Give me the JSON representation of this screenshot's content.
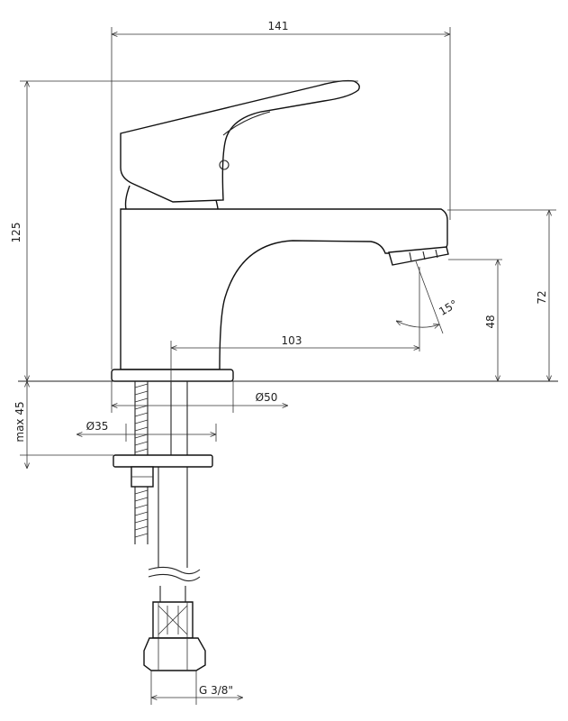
{
  "drawing": {
    "dimensions": {
      "width_total": "141",
      "height_total": "125",
      "spout_height": "72",
      "aerator_height": "48",
      "spout_reach": "103",
      "angle": "15°",
      "base_diameter": "Ø50",
      "hole_diameter": "Ø35",
      "max_thickness": "max 45",
      "thread": "G 3/8\""
    }
  }
}
